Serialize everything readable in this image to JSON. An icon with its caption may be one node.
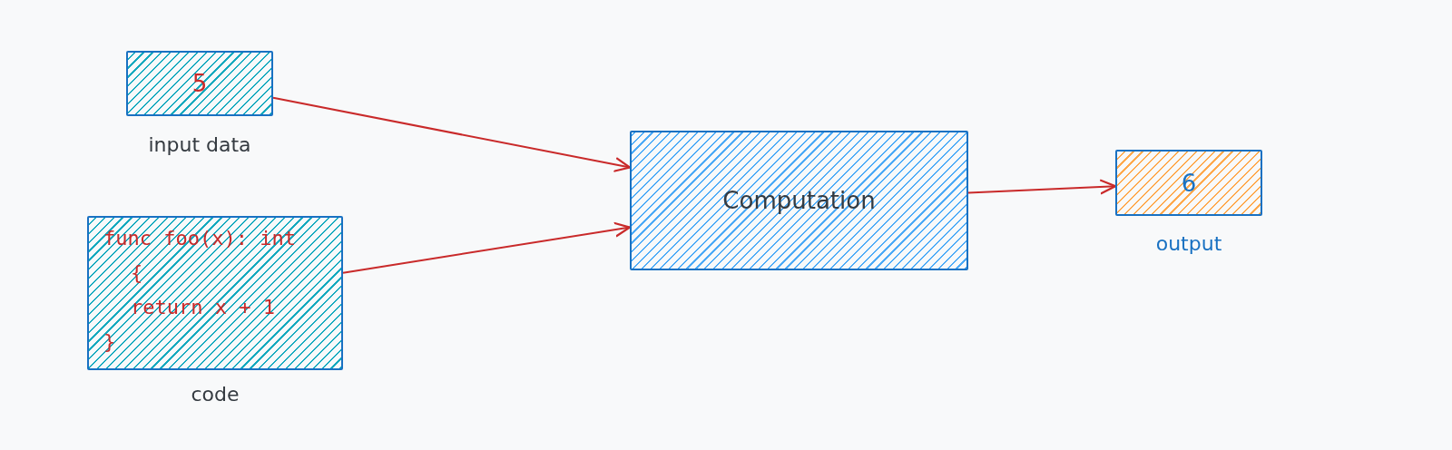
{
  "diagram": {
    "nodes": [
      {
        "text": [
          "5"
        ],
        "beside": [
          "input data"
        ]
      },
      {
        "text": [
          "func foo(x): int",
          "{",
          "return x + 1",
          "}"
        ],
        "beside": [
          "code"
        ]
      },
      {
        "text": [
          "Computation"
        ]
      },
      {
        "text": [
          "6"
        ],
        "beside": [
          "output"
        ]
      }
    ],
    "edges": [
      {
        "from": 0,
        "to": 2,
        "arrow": "to"
      },
      {
        "from": 1,
        "to": 2,
        "arrow": "to"
      },
      {
        "from": 2,
        "to": 3,
        "arrow": "to"
      }
    ]
  }
}
